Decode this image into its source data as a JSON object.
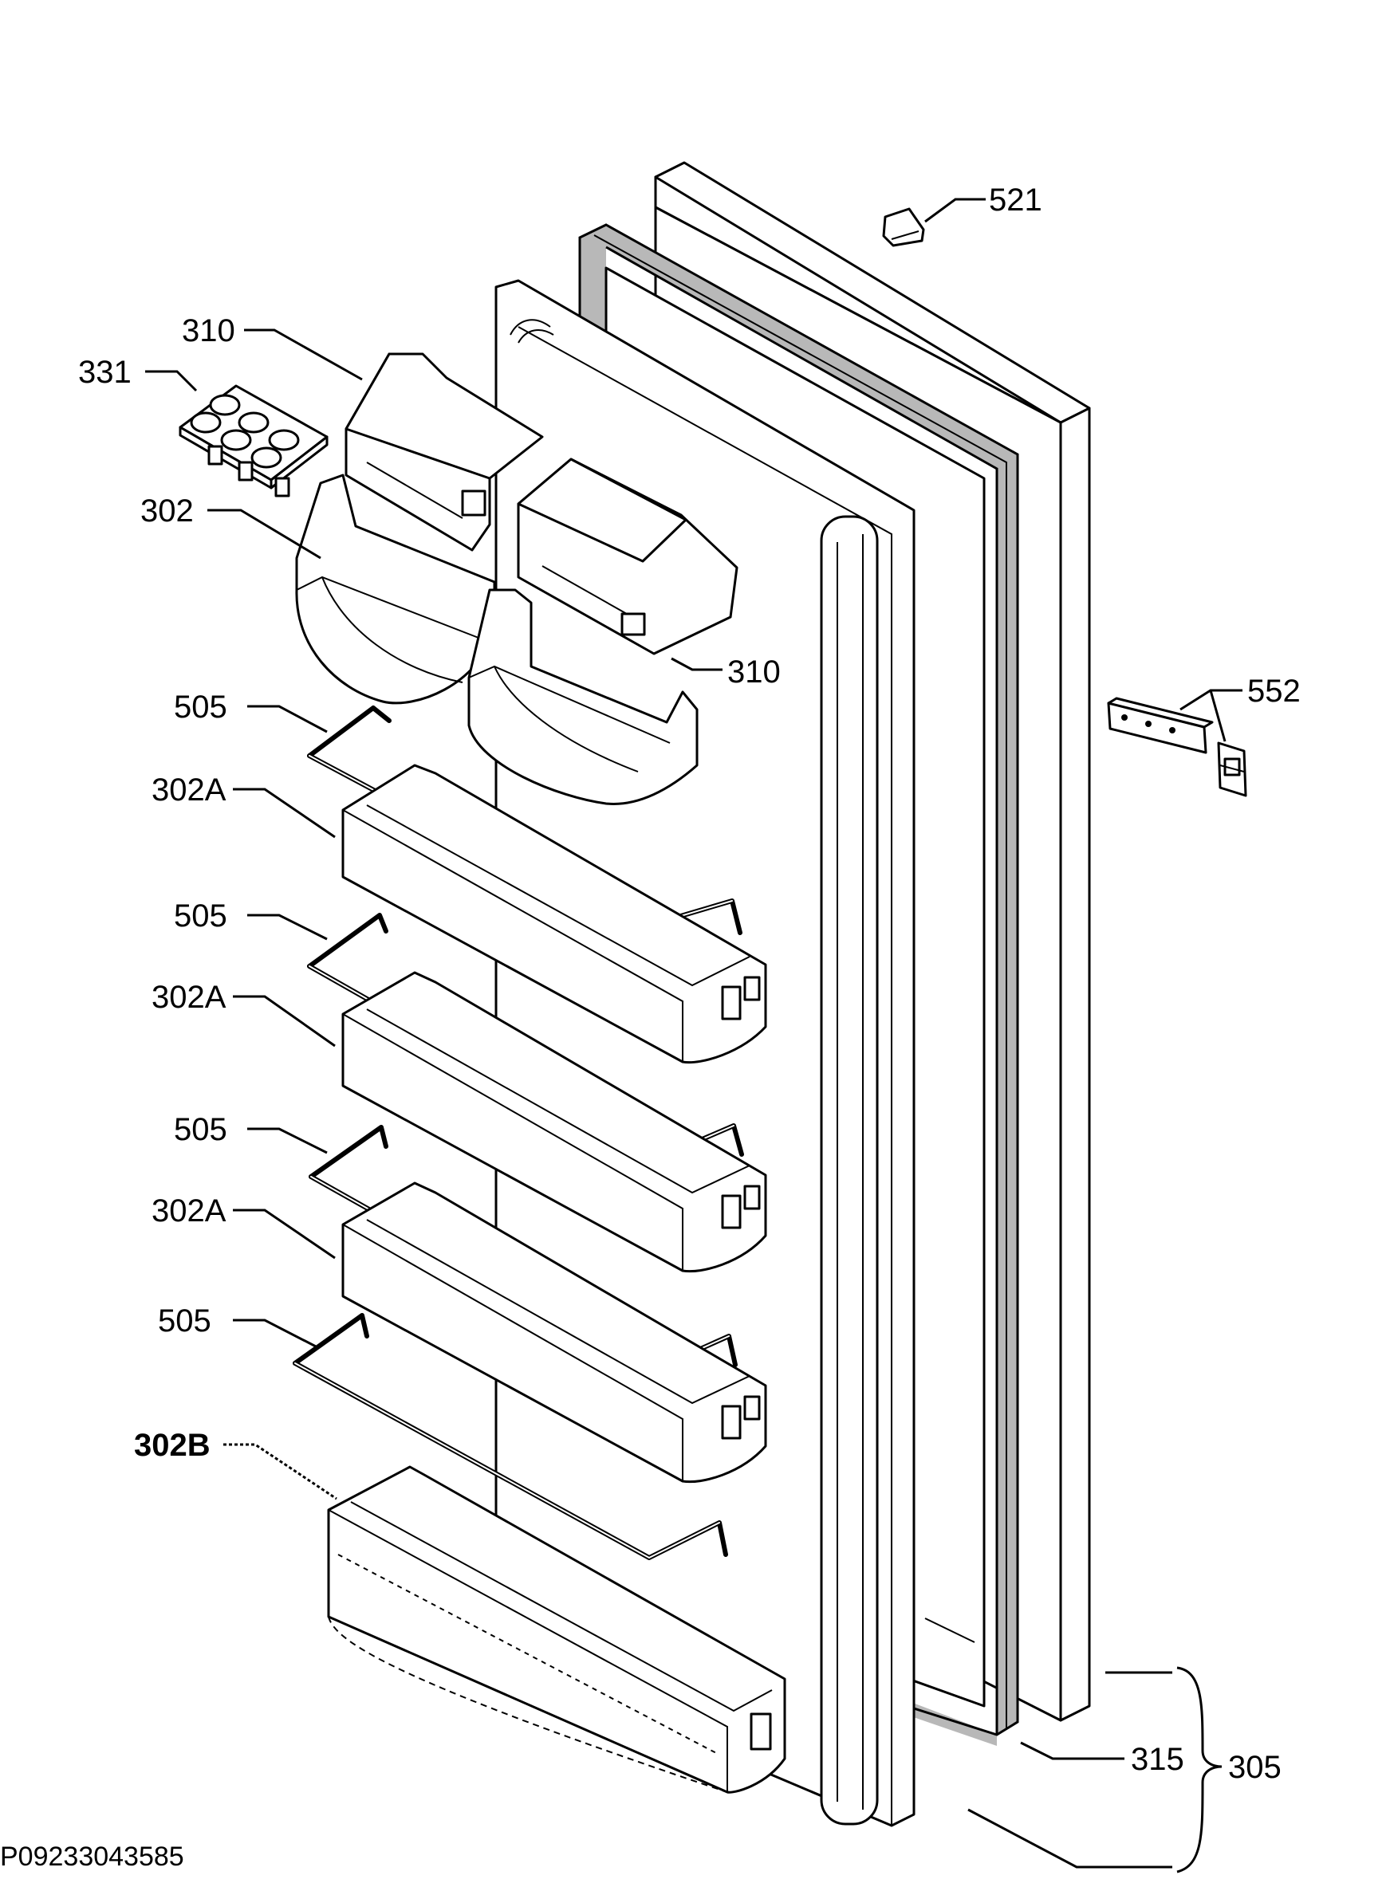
{
  "diagram": {
    "drawing_code": "P09233043585",
    "labels": {
      "l521": "521",
      "l310a": "310",
      "l331": "331",
      "l302": "302",
      "l310b": "310",
      "l552": "552",
      "l505a": "505",
      "l302Aa": "302A",
      "l505b": "505",
      "l302Ab": "302A",
      "l505c": "505",
      "l302Ac": "302A",
      "l505d": "505",
      "l302B": "302B",
      "l315": "315",
      "l305": "305"
    }
  }
}
